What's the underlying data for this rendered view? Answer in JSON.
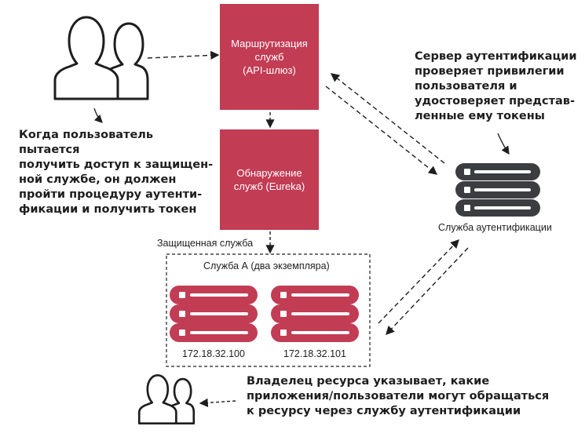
{
  "boxes": {
    "gateway": "Маршрутизация\nслужб\n(API-шлюз)",
    "discovery": "Обнаружение\nслужб (Eureka)"
  },
  "notes": {
    "user": "Когда пользователь пытается\nполучить доступ к защищен-\nной службе, он должен\nпройти процедуру аутенти-\nфикации и получить токен",
    "auth_server": "Сервер аутентификации\nпроверяет привилегии\nпользователя и\nудостоверяет представ-\nленные ему токены",
    "owner": "Владелец ресурса указывает, какие\nприложения/пользователи могут обращаться\nк ресурсу через службу аутентификации"
  },
  "labels": {
    "protected_service": "Защищенная служба",
    "service_a": "Служба А (два экземпляра)",
    "auth_service": "Служба аутентификации"
  },
  "instances": [
    {
      "ip": "172.18.32.100"
    },
    {
      "ip": "172.18.32.101"
    }
  ],
  "colors": {
    "accent": "#c23c54",
    "server_dark": "#3b3d40",
    "arrow": "#1e1e1e"
  },
  "icons": [
    "users-icon",
    "users-small-icon",
    "server-icon",
    "server-rack-icon"
  ]
}
